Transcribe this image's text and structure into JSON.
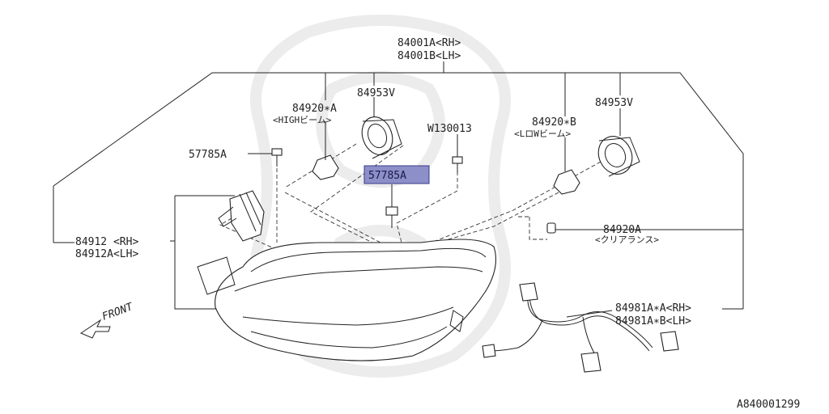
{
  "labels": {
    "assy_rh": "84001A<RH>",
    "assy_lh": "84001B<LH>",
    "socket_high_top": "84953V",
    "socket_low_top": "84953V",
    "bulb_high_code": "84920∗A",
    "bulb_high_name": "<HIGHビーム>",
    "bulb_low_code": "84920∗B",
    "bulb_low_name": "<LロWビーム>",
    "screw_left": "57785A",
    "screw_center": "57785A",
    "bolt": "W130013",
    "actuator_rh": "84912 <RH>",
    "actuator_lh": "84912A<LH>",
    "clearance_code": "84920A",
    "clearance_name": "<クリアランス>",
    "harness_rh": "84981A∗A<RH>",
    "harness_lh": "84981A∗B<LH>",
    "front": "FRONT",
    "figure_id": "A840001299"
  },
  "colors": {
    "highlight": "#8c8fc8",
    "line": "#222222",
    "watermark": "#ececec"
  }
}
